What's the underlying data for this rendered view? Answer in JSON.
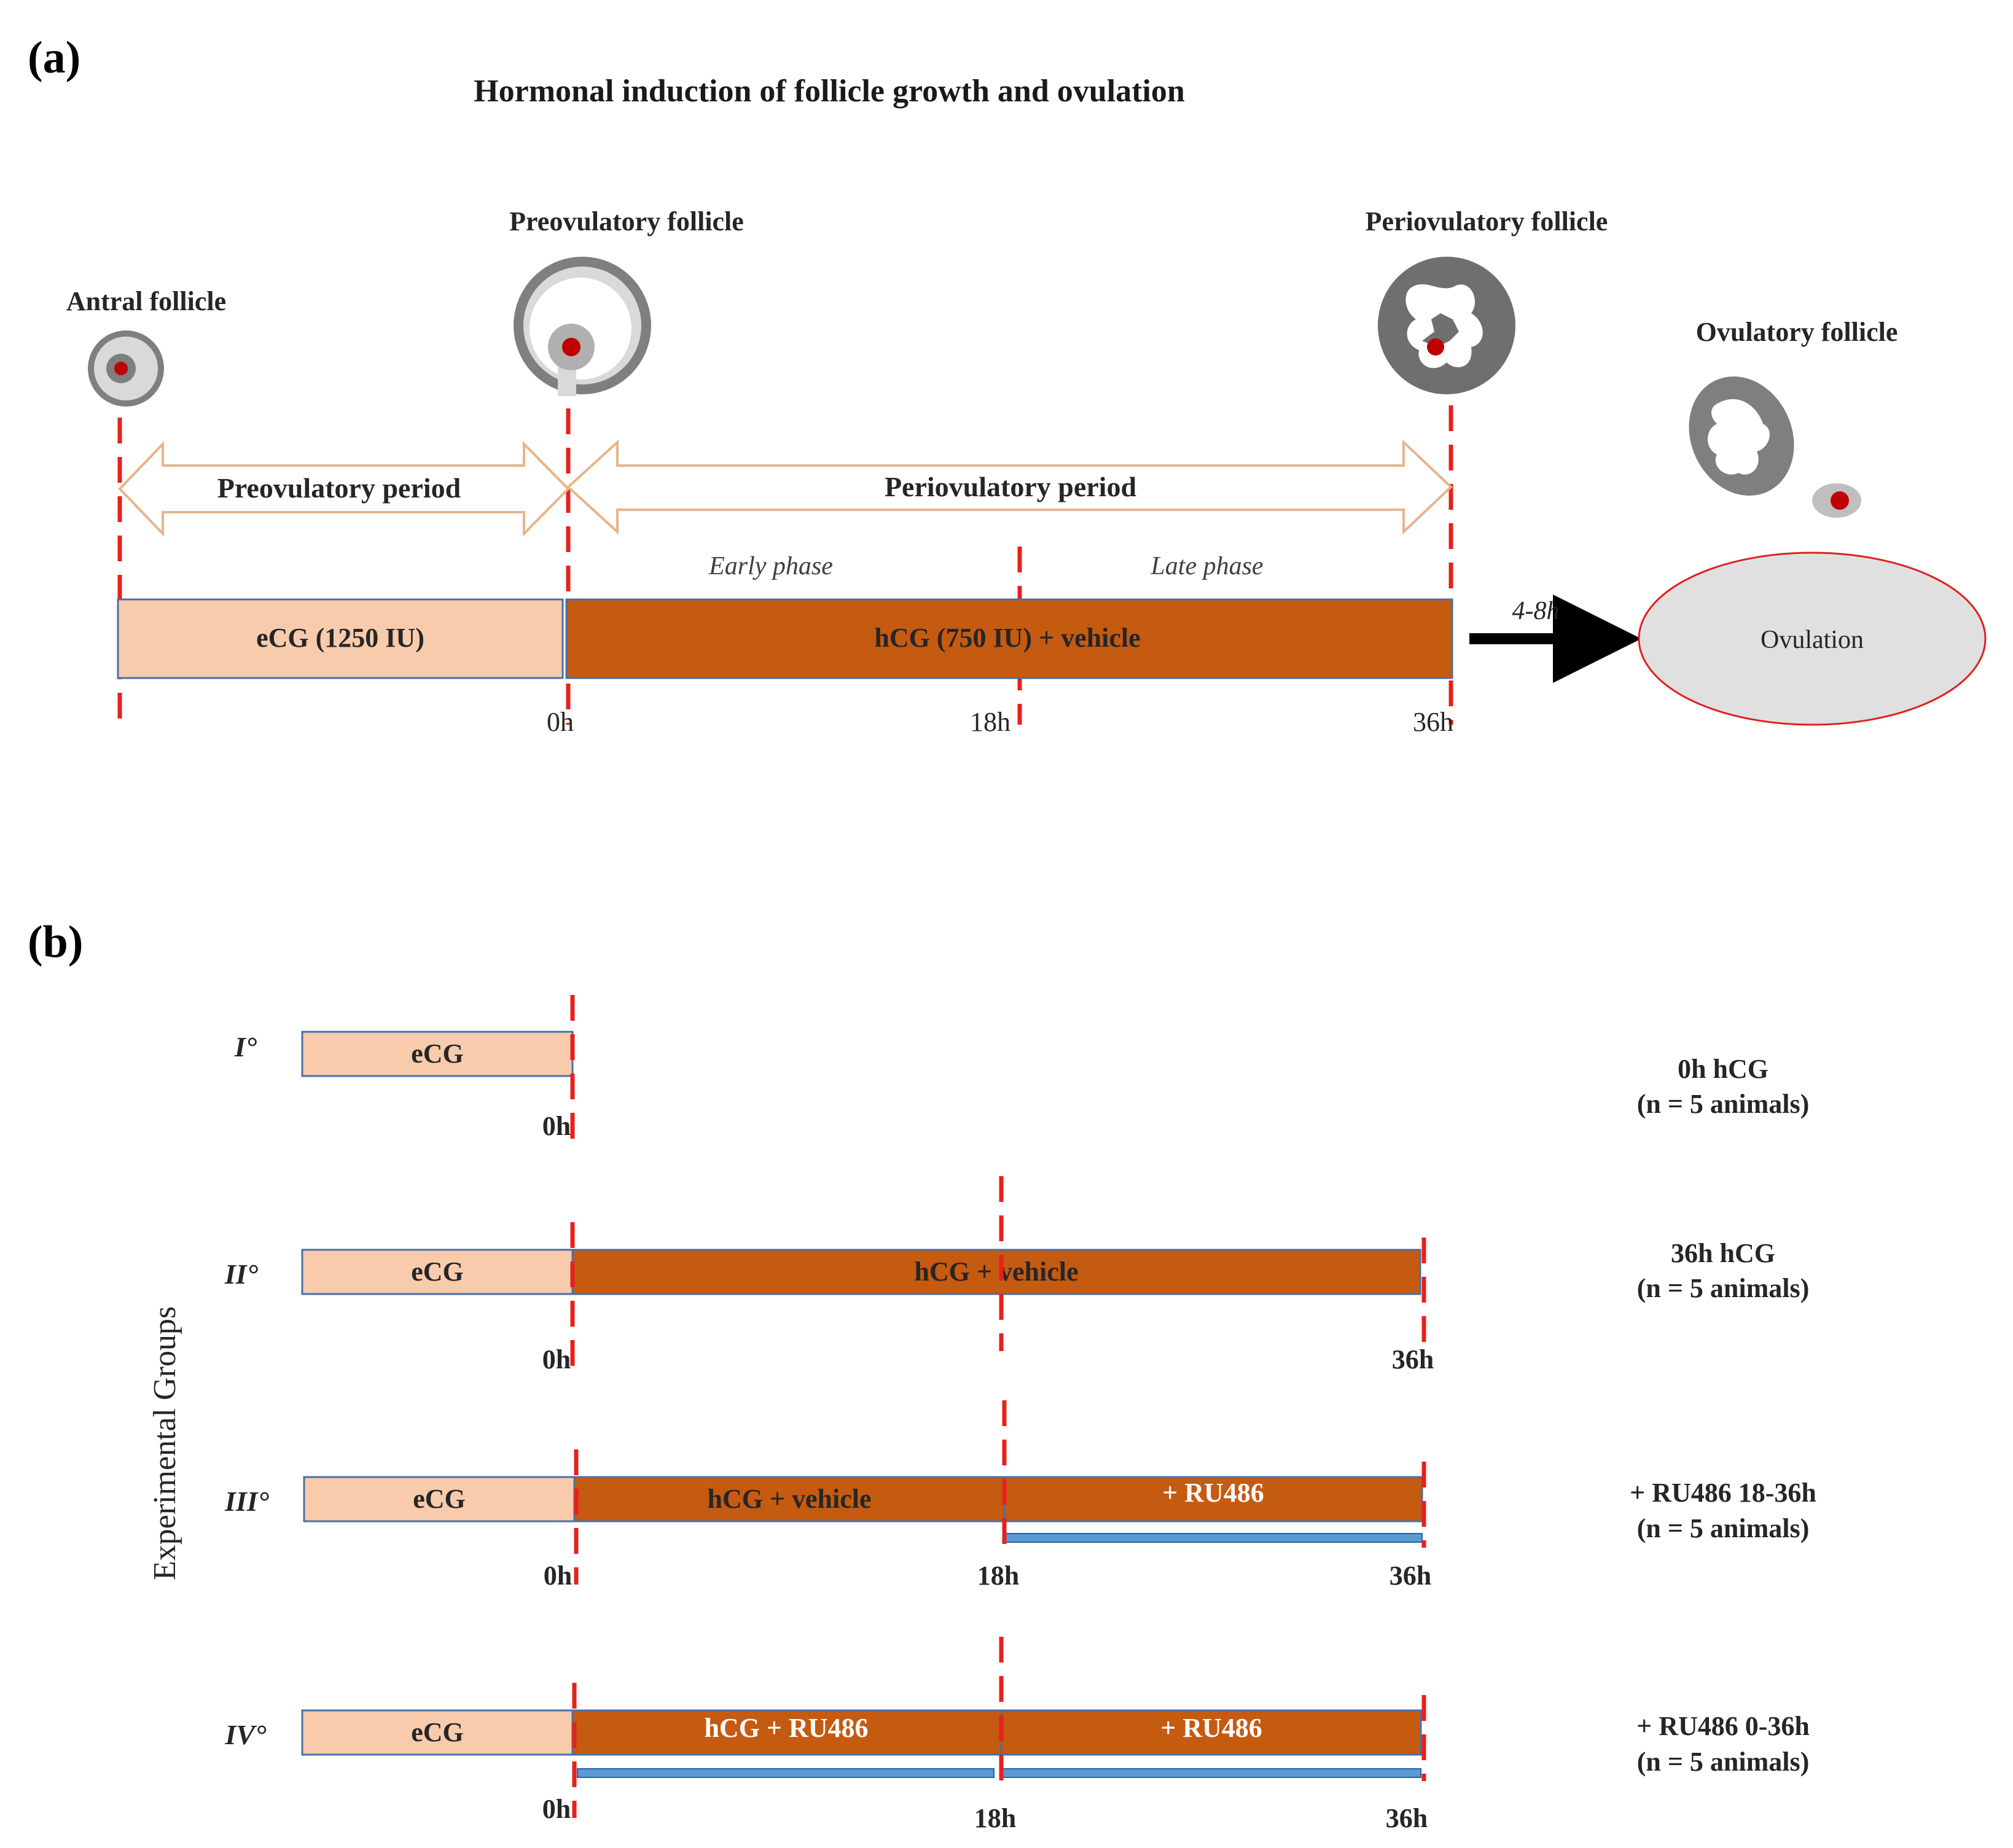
{
  "panel_a": {
    "label": "(a)",
    "title": "Hormonal induction of follicle growth  and ovulation",
    "follicles": {
      "antral": "Antral follicle",
      "preovulatory": "Preovulatory follicle",
      "periovulatory": "Periovulatory follicle",
      "ovulatory": "Ovulatory follicle"
    },
    "periods": {
      "preovulatory": "Preovulatory period",
      "periovulatory": "Periovulatory period"
    },
    "phases": {
      "early": "Early phase",
      "late": "Late phase"
    },
    "bars": {
      "ecg": "eCG (1250 IU)",
      "hcg": "hCG (750 IU) + vehicle"
    },
    "arrow_label": "4-8h",
    "ovulation": "Ovulation",
    "ticks": {
      "t0": "0h",
      "t18": "18h",
      "t36": "36h"
    }
  },
  "panel_b": {
    "label": "(b)",
    "axis_label": "Experimental Groups",
    "groups": [
      {
        "numeral": "I°",
        "ecg": "eCG",
        "ticks": [
          "0h"
        ],
        "desc_line1": "0h hCG",
        "desc_line2": "(n = 5 animals)"
      },
      {
        "numeral": "II°",
        "ecg": "eCG",
        "hcg": "hCG + vehicle",
        "ticks": [
          "0h",
          "36h"
        ],
        "desc_line1": "36h hCG",
        "desc_line2": "(n = 5 animals)"
      },
      {
        "numeral": "III°",
        "ecg": "eCG",
        "hcg": "hCG + vehicle",
        "ru": "+ RU486",
        "ticks": [
          "0h",
          "18h",
          "36h"
        ],
        "desc_line1": "+ RU486 18-36h",
        "desc_line2": "(n = 5 animals)"
      },
      {
        "numeral": "IV°",
        "ecg": "eCG",
        "hcg": "hCG + RU486",
        "ru": "+ RU486",
        "ticks": [
          "0h",
          "18h",
          "36h"
        ],
        "desc_line1": "+ RU486 0-36h",
        "desc_line2": "(n = 5 animals)"
      }
    ]
  },
  "colors": {
    "ecg_fill": "#f8cbad",
    "hcg_fill": "#c55a11",
    "dashed_line": "#e8201c",
    "ru_bar": "#5b9bd5",
    "follicle_gray": "#7f7f7f",
    "follicle_light": "#bfbfbf",
    "oocyte": "#c00000",
    "ovulation_fill": "#e0e0e0",
    "ovulation_border": "#e02020",
    "period_arrow": "#e8b48a"
  }
}
